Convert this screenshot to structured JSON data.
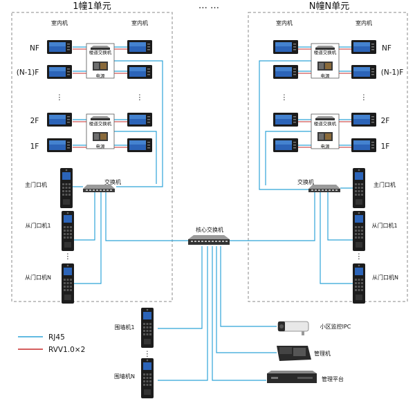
{
  "buildings": [
    {
      "title": "1幢1单元"
    },
    {
      "title": "N幢N单元"
    }
  ],
  "ellipsis_top": "…  …",
  "indoor_label": "室内机",
  "floors": [
    "NF",
    "(N-1)F",
    "2F",
    "1F"
  ],
  "vdots": "⋮",
  "floor_switch_label": "楼道交换机",
  "power_label": "电源",
  "switch_label": "交换机",
  "main_door_label": "主门口机",
  "sub_door_1_label": "从门口机1",
  "sub_door_n_label": "从门口机N",
  "core_switch_label": "核心交换机",
  "wall_unit_1_label": "围墙机1",
  "wall_unit_n_label": "围墙机N",
  "ipc_label": "小区监控IPC",
  "manager_label": "管理机",
  "platform_label": "管理平台",
  "legend": [
    {
      "label": "RJ45",
      "color": "#2ea3d8"
    },
    {
      "label": "RVV1.0×2",
      "color": "#c62828"
    }
  ],
  "colors": {
    "rj45": "#2ea3d8",
    "rvv": "#c62828",
    "border": "#888888"
  }
}
